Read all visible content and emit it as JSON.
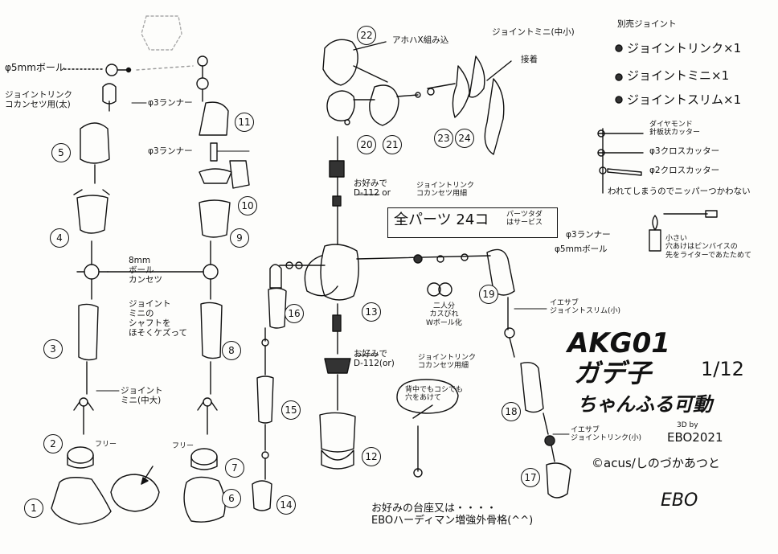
{
  "left_column": {
    "ball_5mm": "φ5mmボール",
    "joint_link_collarbone_thick": "ジョイントリンク\nコカンセツ用(太)",
    "runner_3_top": "φ3ランナー",
    "runner_3_mid": "φ3ランナー",
    "ball_8mm_joint": "8mm\nボール\nカンセツ",
    "joint_mini_shaft_note": "ジョイント\nミニの\nシャフトを\nほそくケズって",
    "joint_mini_medium_large": "ジョイント\nミニ(中大)",
    "free_left": "フリー",
    "free_right": "フリー"
  },
  "center": {
    "ahoge_assembly": "アホハX組み込",
    "joint_mini_small_medium": "ジョイントミニ(中小)",
    "glue": "接着",
    "optional_1": "お好みで\nD-112 or",
    "optional_1_link": "ジョイントリンク\nコカンセツ用細",
    "optional_2": "お好みで\nD-112(or)",
    "optional_2_link": "ジョイントリンク\nコカンセツ用細",
    "double_ball_label": "二人分\nカスびれ\nWボール化",
    "back_waist_note": "背中でもコシでも\n穴をあけて",
    "stand_note": "お好みの台座又は・・・・\nEBOハーディマン増強外骨格(^^)"
  },
  "parts_box": {
    "main": "全パーツ 24コ",
    "sub": "パーツタダ\nはサービス"
  },
  "right": {
    "runner_3": "φ3ランナー",
    "ball_5mm": "φ5mmボール",
    "joint_slim_small": "イエサブ\nジョイントスリム(小)",
    "joint_link_small": "イエサブ\nジョイントリンク(小)"
  },
  "separate_joints": {
    "title": "別売ジョイント",
    "items": [
      "ジョイントリンク×1",
      "ジョイントミニ×1",
      "ジョイントスリム×1"
    ]
  },
  "tools": {
    "needle": "ダイヤモンド\n針板状カッター",
    "cross_3": "φ3クロスカッター",
    "cross_2": "φ2クロスカッター",
    "note": "われてしまうのでニッパーつかわない",
    "heat_note": "小さい\n穴あけはピンバイスの\n先をライターであたためて"
  },
  "title_block": {
    "line1": "AKG01",
    "line2": "ガデ子",
    "scale": "1/12",
    "line3": "ちゃんふる可動",
    "credit_3d": "3D by",
    "credit_name": "EBO2021",
    "copyright": "©acus/しのづかあつと",
    "signature": "EBO"
  },
  "part_numbers": [
    "1",
    "2",
    "3",
    "4",
    "5",
    "6",
    "7",
    "8",
    "9",
    "10",
    "11",
    "12",
    "13",
    "14",
    "15",
    "16",
    "17",
    "18",
    "19",
    "20",
    "21",
    "22",
    "23",
    "24"
  ],
  "colors": {
    "ink": "#111111",
    "paper": "#fdfdfb"
  }
}
